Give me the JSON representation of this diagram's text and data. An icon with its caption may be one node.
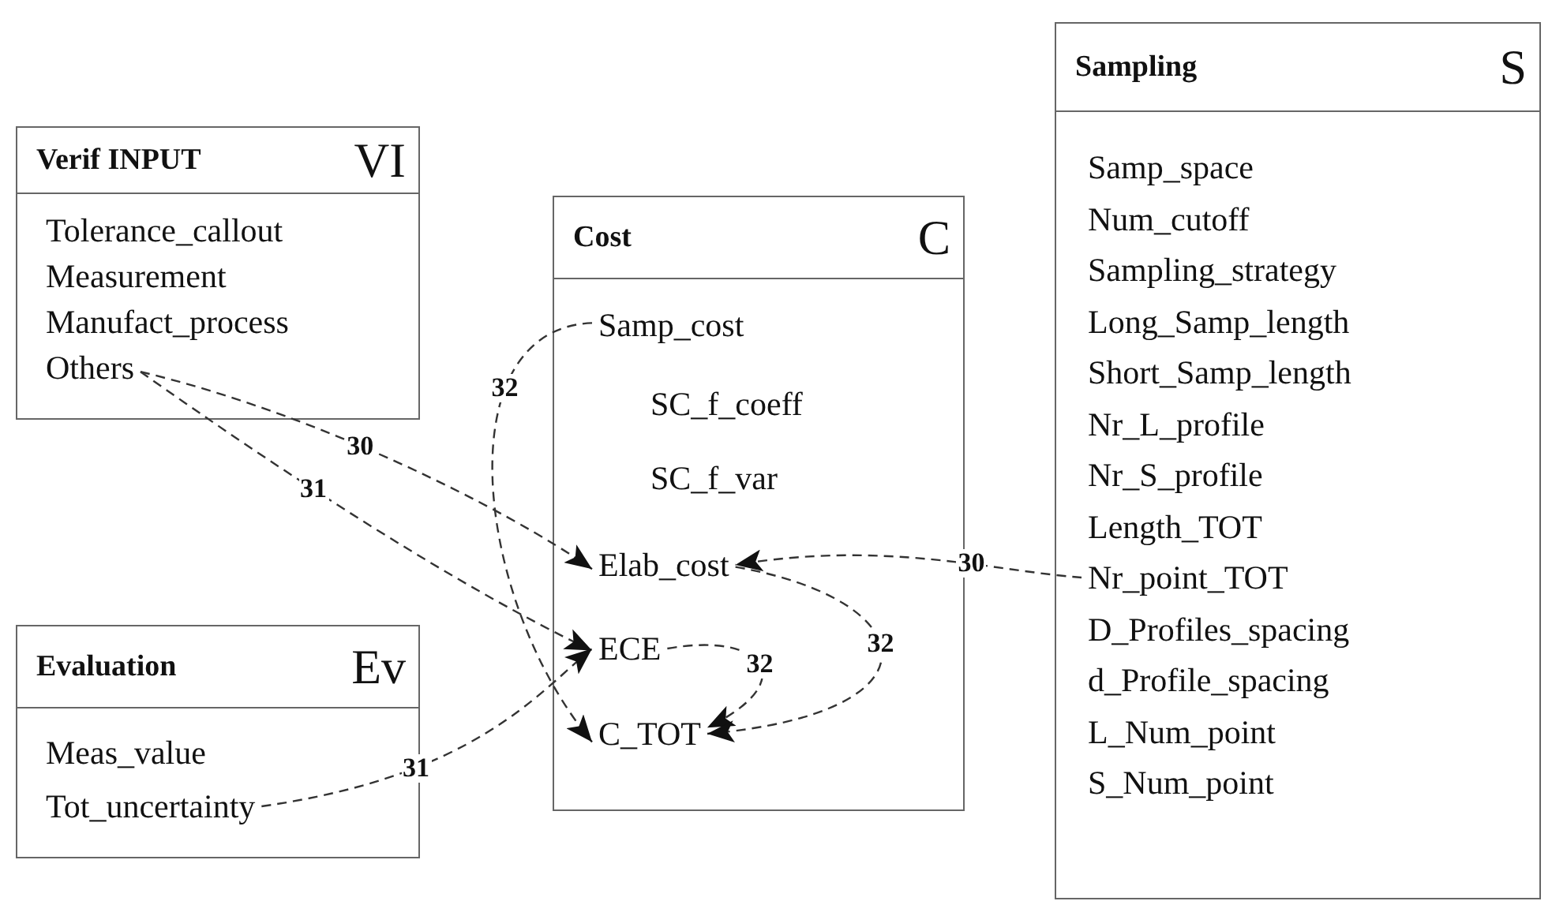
{
  "diagram": {
    "nodes": [
      {
        "text": [
          "Verif INPUT",
          "VI"
        ]
      },
      {
        "text": [
          "Tolerance_callout"
        ],
        "in": 0
      },
      {
        "text": [
          "Measurement"
        ],
        "in": 0
      },
      {
        "text": [
          "Manufact_process"
        ],
        "in": 0
      },
      {
        "text": [
          "Others"
        ],
        "in": 0
      },
      {
        "text": [
          "Evaluation",
          "Ev"
        ]
      },
      {
        "text": [
          "Meas_value"
        ],
        "in": 5
      },
      {
        "text": [
          "Tot_uncertainty"
        ],
        "in": 5
      },
      {
        "text": [
          "Cost",
          "C"
        ]
      },
      {
        "text": [
          "Samp_cost"
        ],
        "in": 8
      },
      {
        "text": [
          "SC_f_coeff"
        ],
        "in": 8
      },
      {
        "text": [
          "SC_f_var"
        ],
        "in": 8
      },
      {
        "text": [
          "Elab_cost"
        ],
        "in": 8
      },
      {
        "text": [
          "ECE"
        ],
        "in": 8
      },
      {
        "text": [
          "C_TOT"
        ],
        "in": 8
      },
      {
        "text": [
          "Sampling",
          "S"
        ]
      },
      {
        "text": [
          "Samp_space"
        ],
        "in": 15
      },
      {
        "text": [
          "Num_cutoff"
        ],
        "in": 15
      },
      {
        "text": [
          "Sampling_strategy"
        ],
        "in": 15
      },
      {
        "text": [
          "Long_Samp_length"
        ],
        "in": 15
      },
      {
        "text": [
          "Short_Samp_length"
        ],
        "in": 15
      },
      {
        "text": [
          "Nr_L_profile"
        ],
        "in": 15
      },
      {
        "text": [
          "Nr_S_profile"
        ],
        "in": 15
      },
      {
        "text": [
          "Length_TOT"
        ],
        "in": 15
      },
      {
        "text": [
          "Nr_point_TOT"
        ],
        "in": 15
      },
      {
        "text": [
          "D_Profiles_spacing"
        ],
        "in": 15
      },
      {
        "text": [
          "d_Profile_spacing"
        ],
        "in": 15
      },
      {
        "text": [
          "L_Num_point"
        ],
        "in": 15
      },
      {
        "text": [
          "S_Num_point"
        ],
        "in": 15
      }
    ],
    "edges": [
      {
        "from": 4,
        "to": 12,
        "arrow": "to",
        "label": "30"
      },
      {
        "from": 4,
        "to": 13,
        "arrow": "to",
        "label": "31"
      },
      {
        "from": 7,
        "to": 13,
        "arrow": "to",
        "label": "31"
      },
      {
        "from": 9,
        "to": 14,
        "arrow": "to",
        "label": "32"
      },
      {
        "from": 24,
        "to": 12,
        "arrow": "to",
        "label": "30"
      },
      {
        "from": 13,
        "to": 14,
        "arrow": "to",
        "label": "32"
      },
      {
        "from": 12,
        "to": 14,
        "arrow": "to",
        "label": "32"
      }
    ]
  }
}
